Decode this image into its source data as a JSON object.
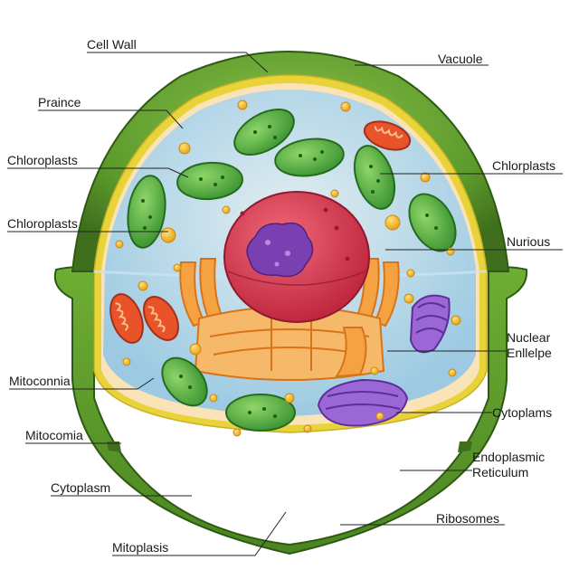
{
  "labels": {
    "cell_wall": "Cell Wall",
    "vacuole": "Vacuole",
    "praince": "Praince",
    "chloroplasts_left_1": "Chloroplasts",
    "chlorplasts_right": "Chlorplasts",
    "chloroplasts_left_2": "Chloroplasts",
    "nurious": "Nurious",
    "nuclear_line1": "Nuclear",
    "nuclear_line2": "Enllelpe",
    "mitoconnia": "Mitoconnia",
    "cytoplams": "Cytoplams",
    "mitocomia": "Mitocomia",
    "endoplasmic_line1": "Endoplasmic",
    "endoplasmic_line2": "Reticulum",
    "cytoplasm": "Cytoplasm",
    "ribosomes": "Ribosomes",
    "mitoplasis": "Mitoplasis"
  },
  "colors": {
    "wall_green": "#5c9a2c",
    "wall_dark": "#3f6e1c",
    "membrane_yellow": "#e9d33a",
    "vacuole_blue": "#bfe0f5",
    "cytoplasm_peach": "#fbe3b8",
    "chloroplast_green": "#4caf3f",
    "nucleus_red": "#d9304a",
    "nucleolus_purple": "#7a3fb0",
    "er_orange": "#f08a24",
    "golgi_purple": "#8a55c8",
    "mito_orange": "#e8532a",
    "granule_yellow": "#f4b92a"
  }
}
